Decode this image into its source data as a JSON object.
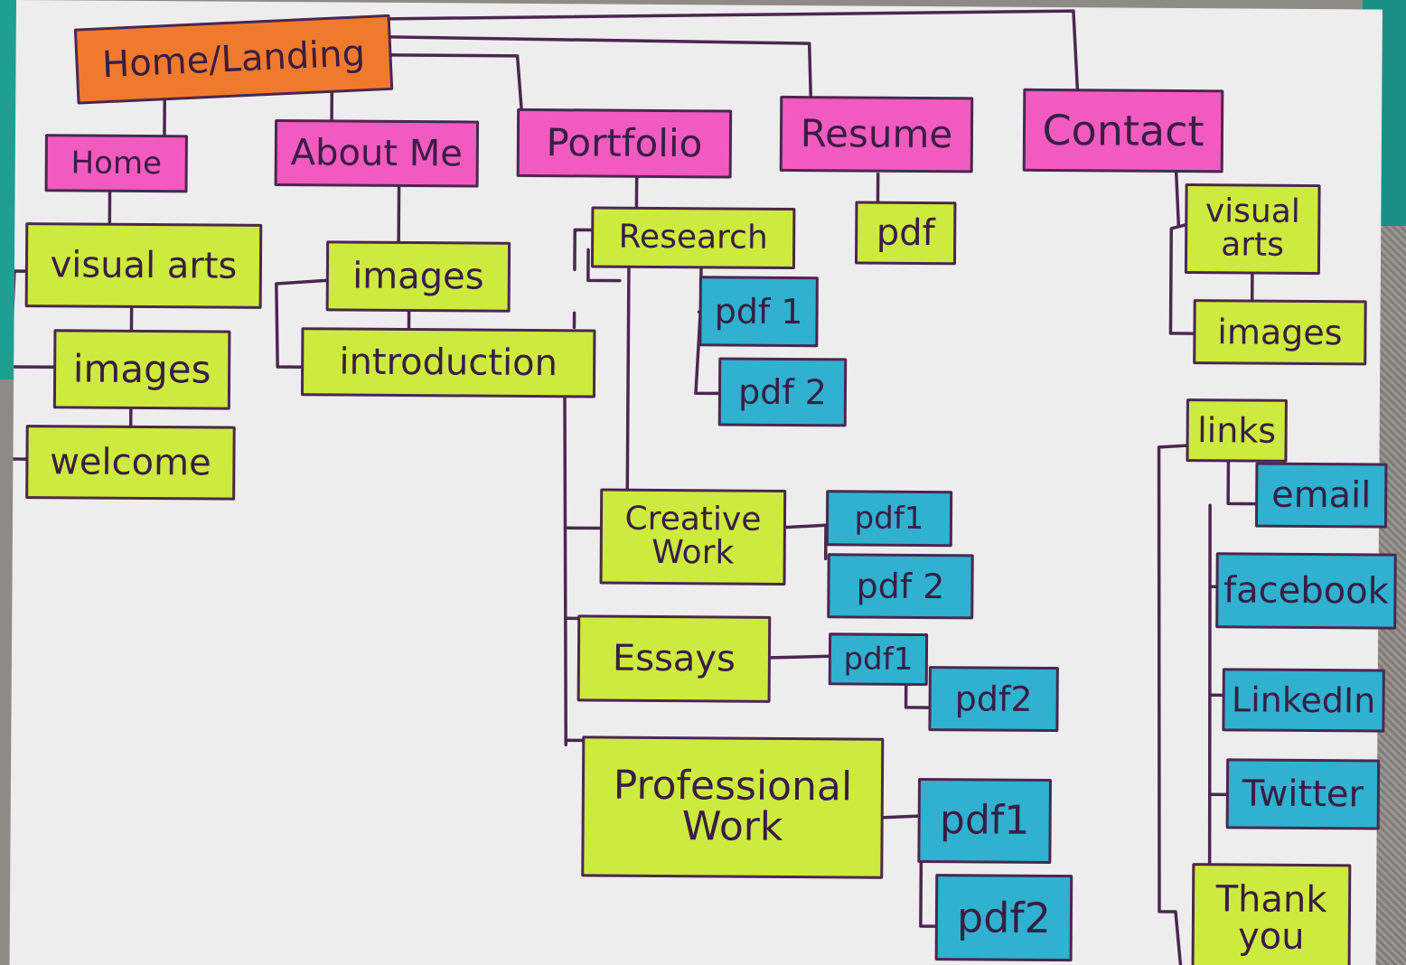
{
  "colors": {
    "root": "#f07a2c",
    "section": "#f15bc0",
    "page": "#cdea3e",
    "file": "#2fb1cf",
    "line": "#4b2750"
  },
  "nodes": {
    "home_landing": "Home/Landing",
    "home": "Home",
    "about_me": "About Me",
    "portfolio": "Portfolio",
    "resume": "Resume",
    "contact": "Contact",
    "home_visual_arts": "visual arts",
    "home_images": "images",
    "home_welcome": "welcome",
    "about_images": "images",
    "about_introduction": "introduction",
    "research": "Research",
    "research_pdf1": "pdf 1",
    "research_pdf2": "pdf 2",
    "resume_pdf": "pdf",
    "creative_work": "Creative\nWork",
    "creative_pdf1": "pdf1",
    "creative_pdf2": "pdf 2",
    "essays": "Essays",
    "essays_pdf1": "pdf1",
    "essays_pdf2": "pdf2",
    "professional_work": "Professional\nWork",
    "professional_pdf1": "pdf1",
    "professional_pdf2": "pdf2",
    "contact_visual_arts": "visual\narts",
    "contact_images": "images",
    "links": "links",
    "email": "email",
    "facebook": "facebook",
    "linkedin": "LinkedIn",
    "twitter": "Twitter",
    "thank_you": "Thank\nyou"
  }
}
